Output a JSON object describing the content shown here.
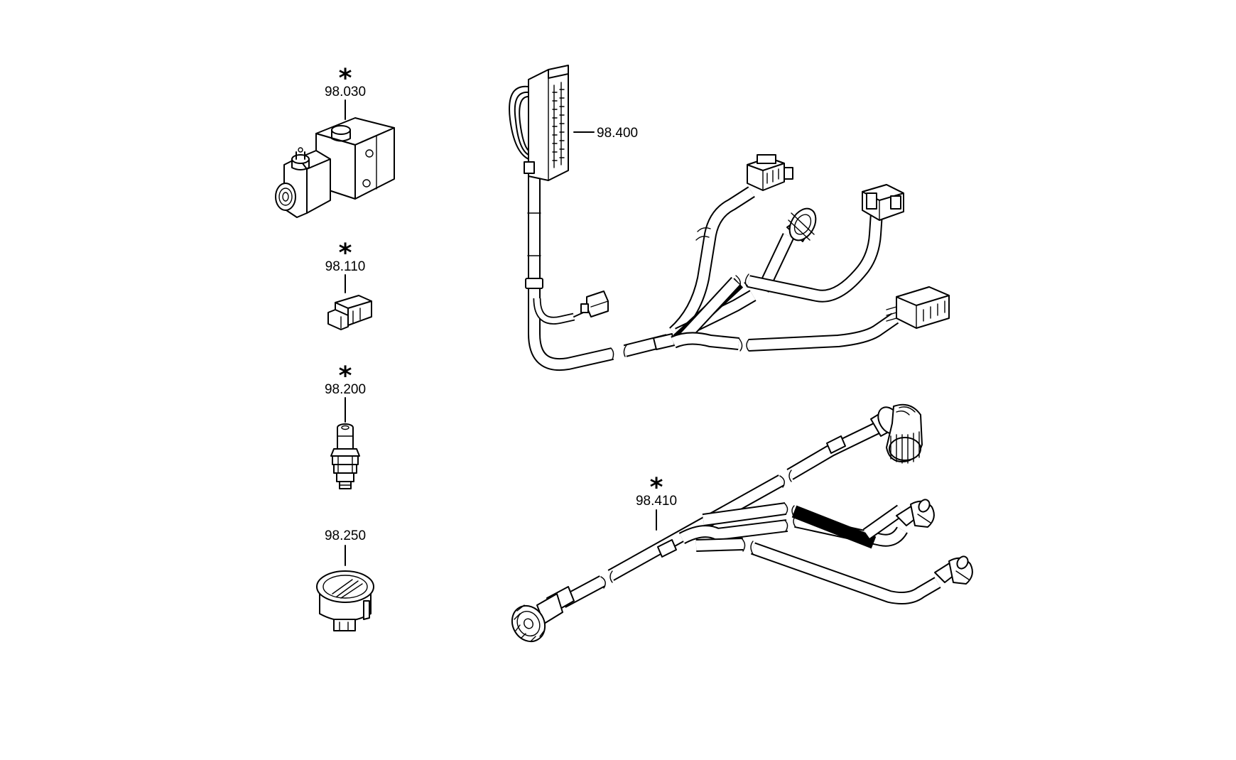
{
  "callouts": {
    "p98030": {
      "label": "98.030",
      "star": "*"
    },
    "p98110": {
      "label": "98.110",
      "star": "*"
    },
    "p98200": {
      "label": "98.200",
      "star": "*"
    },
    "p98250": {
      "label": "98.250"
    },
    "p98400": {
      "label": "98.400"
    },
    "p98410": {
      "label": "98.410",
      "star": "*"
    }
  }
}
